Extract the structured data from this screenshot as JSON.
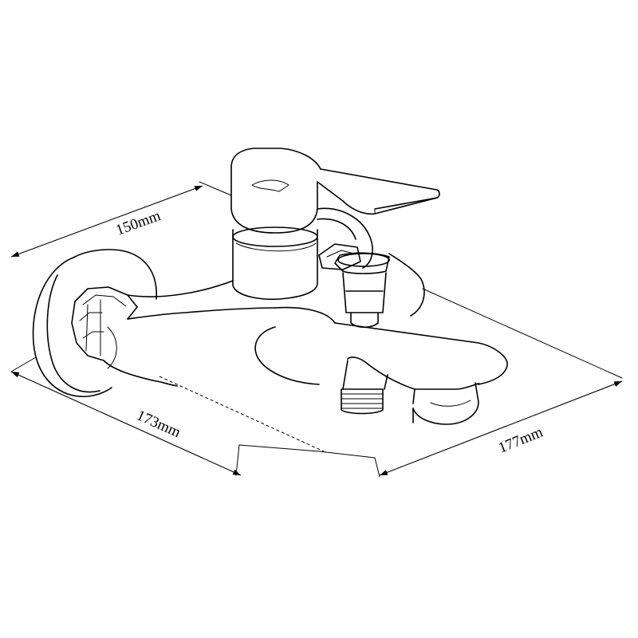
{
  "dimensions": {
    "depth": "150mm",
    "length": "173mm",
    "width": "177mm"
  },
  "colors": {
    "line": "#000000",
    "background": "#ffffff"
  }
}
